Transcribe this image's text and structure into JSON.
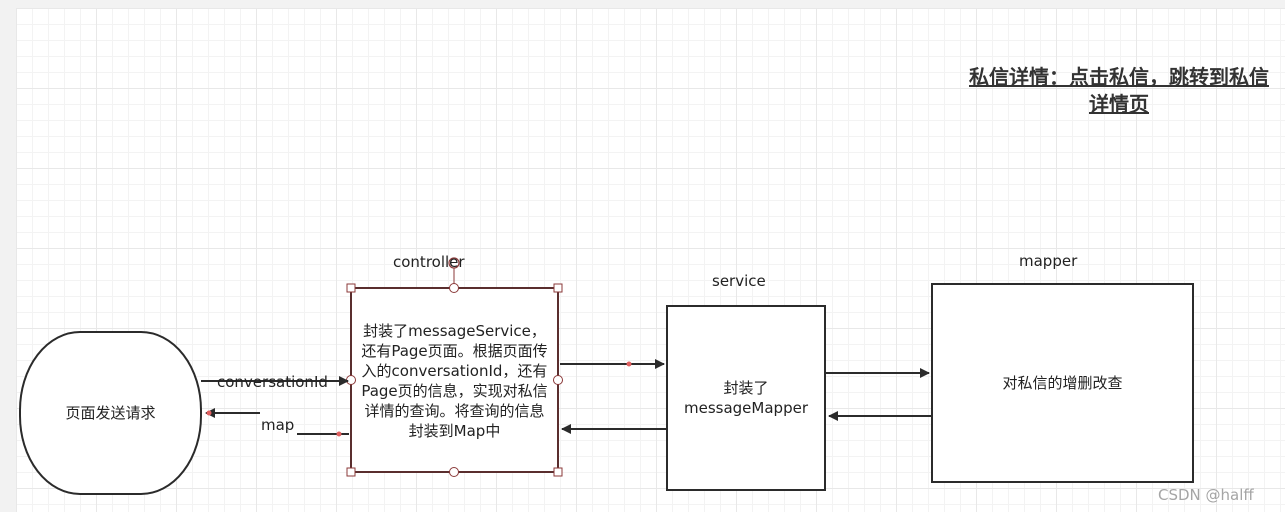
{
  "title": "私信详情：点击私信，跳转到私信详情页",
  "nodes": {
    "page_request": {
      "text": "页面发送请求"
    },
    "controller": {
      "heading": "controller",
      "text": "封装了messageService，还有Page页面。根据页面传入的conversationId，还有Page页的信息，实现对私信详情的查询。将查询的信息封装到Map中"
    },
    "service": {
      "heading": "service",
      "text": "封装了messageMapper"
    },
    "mapper": {
      "heading": "mapper",
      "text": "对私信的增删改查"
    }
  },
  "edges": {
    "conversation_id": "conversationId",
    "map": "map"
  },
  "watermark": "CSDN @halff",
  "colors": {
    "stroke": "#2b2b2b",
    "selection_handle": "#8b3a3a",
    "connector_point": "#e06060"
  }
}
